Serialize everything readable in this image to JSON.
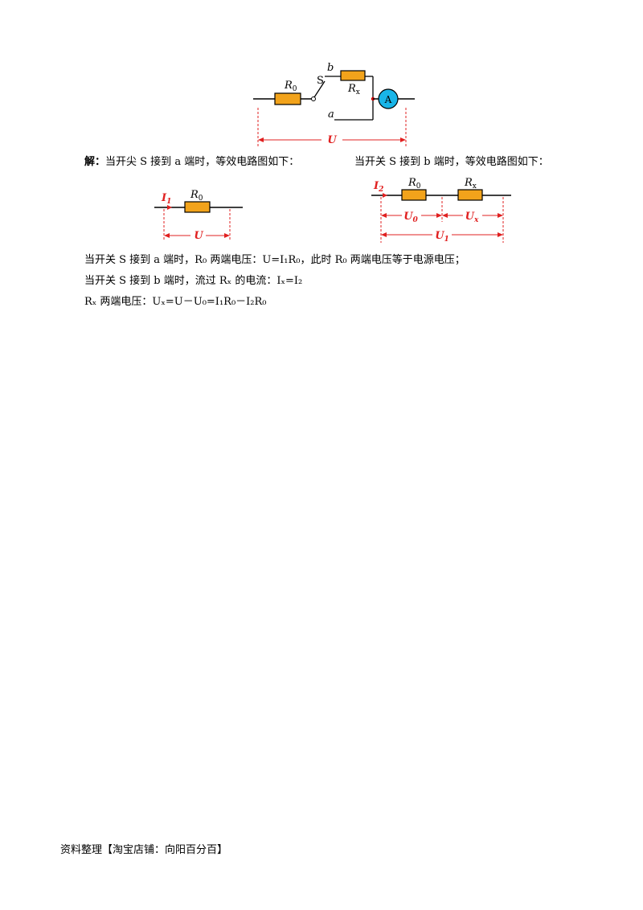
{
  "figure_top": {
    "label_R0": "R",
    "label_R0_sub": "0",
    "label_S": "S",
    "label_b": "b",
    "label_a": "a",
    "label_Rx": "R",
    "label_Rx_sub": "x",
    "label_A": "A",
    "label_U": "U"
  },
  "solution": {
    "prefix": "解：",
    "left_caption": "当开尖 S 接到 a 端时，等效电路图如下：",
    "right_caption": "当开关 S 接到 b 端时，等效电路图如下："
  },
  "figure_left": {
    "current": "I",
    "current_sub": "1",
    "resistor": "R",
    "resistor_sub": "0",
    "voltage": "U"
  },
  "figure_right": {
    "current": "I",
    "current_sub": "2",
    "r0": "R",
    "r0_sub": "0",
    "rx": "R",
    "rx_sub": "x",
    "u0": "U",
    "u0_sub": "0",
    "ux": "U",
    "ux_sub": "x",
    "u1": "U",
    "u1_sub": "1"
  },
  "lines": {
    "line1": "当开关 S 接到 a 端时，R₀ 两端电压：U=I₁R₀，此时 R₀ 两端电压等于电源电压；",
    "line2": "当开关 S 接到 b 端时，流过 Rₓ 的电流：Iₓ=I₂",
    "line3": "Rₓ 两端电压：Uₓ=U－U₀=I₁R₀－I₂R₀"
  },
  "footer": "资料整理【淘宝店铺：向阳百分百】",
  "colors": {
    "resistor_fill": "#f2a31b",
    "red": "#e02020",
    "ammeter_fill": "#19b5e8"
  }
}
